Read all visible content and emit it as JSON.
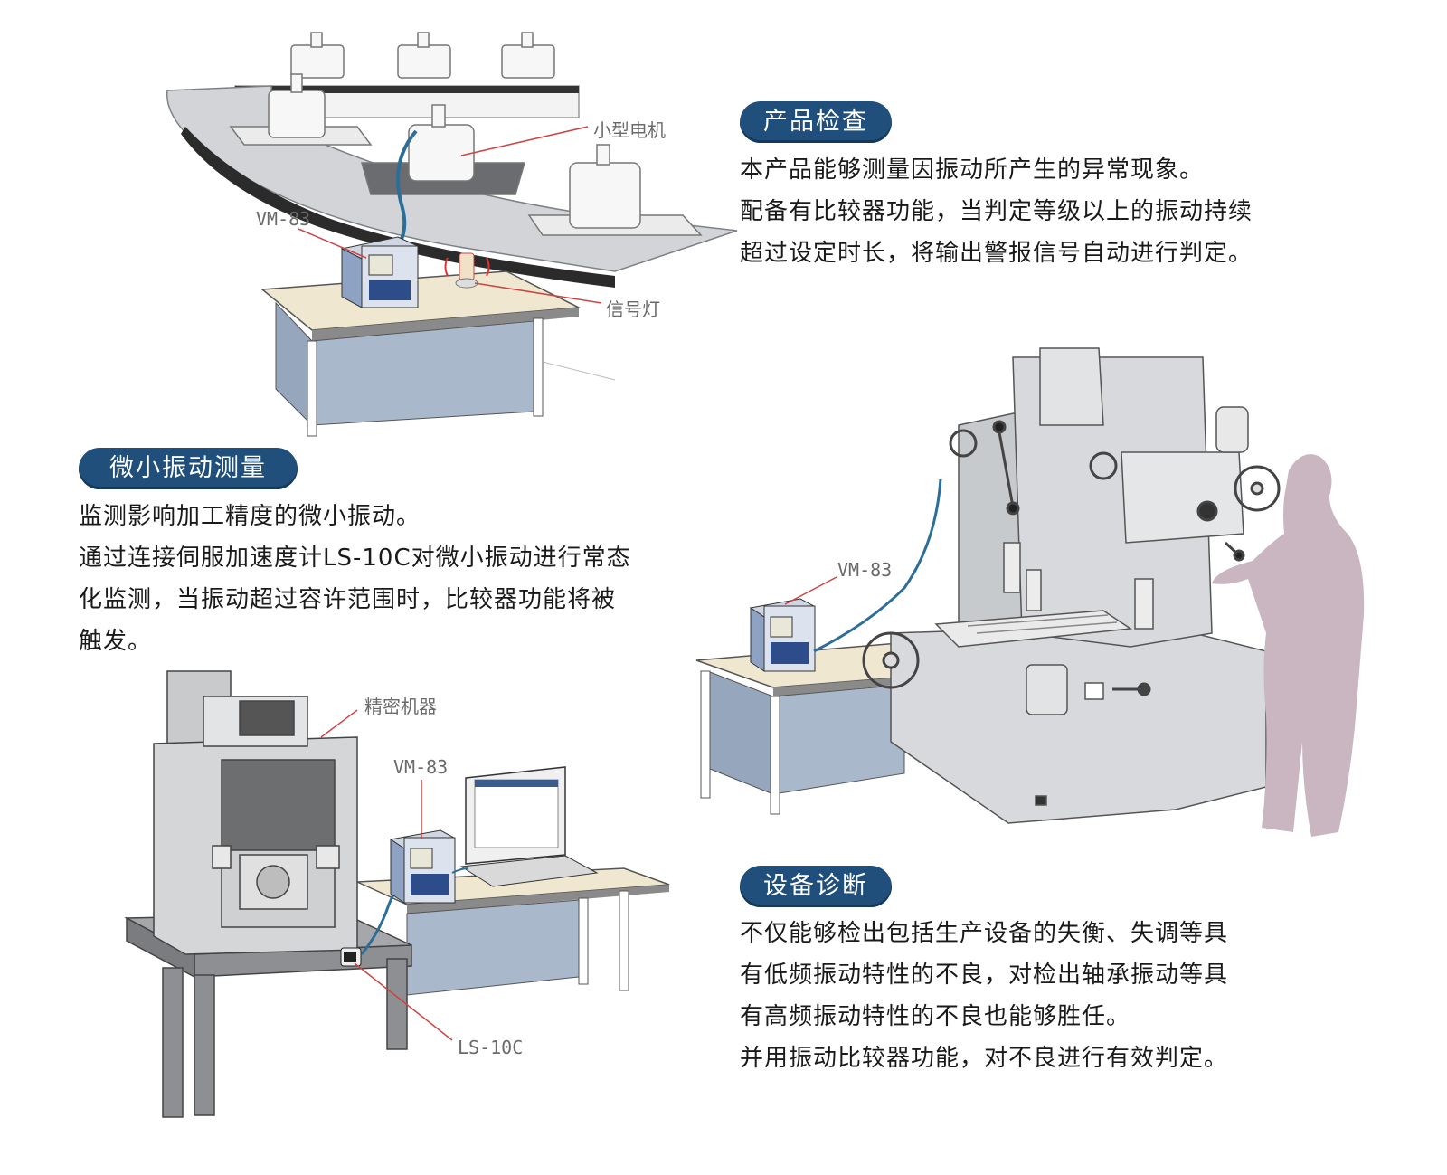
{
  "sections": {
    "product_inspection": {
      "title": "产品检查",
      "lines": [
        "本产品能够测量因振动所产生的异常现象。",
        "配备有比较器功能，当判定等级以上的振动持续",
        "超过设定时长，将输出警报信号自动进行判定。"
      ]
    },
    "micro_vibration": {
      "title": "微小振动测量",
      "lines": [
        "监测影响加工精度的微小振动。",
        "通过连接伺服加速度计LS-10C对微小振动进行常态",
        "化监测，当振动超过容许范围时，比较器功能将被",
        "触发。"
      ]
    },
    "equipment_diagnosis": {
      "title": "设备诊断",
      "lines": [
        "不仅能够检出包括生产设备的失衡、失调等具",
        "有低频振动特性的不良，对检出轴承振动等具",
        "有高频振动特性的不良也能够胜任。",
        "并用振动比较器功能，对不良进行有效判定。"
      ]
    }
  },
  "callouts": {
    "small_motor": "小型电机",
    "vm83_top": "VM-83",
    "signal_light": "信号灯",
    "vm83_right": "VM-83",
    "precision_machine": "精密机器",
    "vm83_bottom": "VM-83",
    "ls10c": "LS-10C"
  },
  "colors": {
    "pill_bg": "#1f4f7a",
    "cable": "#2c6e98",
    "table_top": "#efe7cf",
    "table_side": "#95a6bd",
    "machine_gray": "#d7d9dc",
    "person": "#c9b6c0"
  }
}
